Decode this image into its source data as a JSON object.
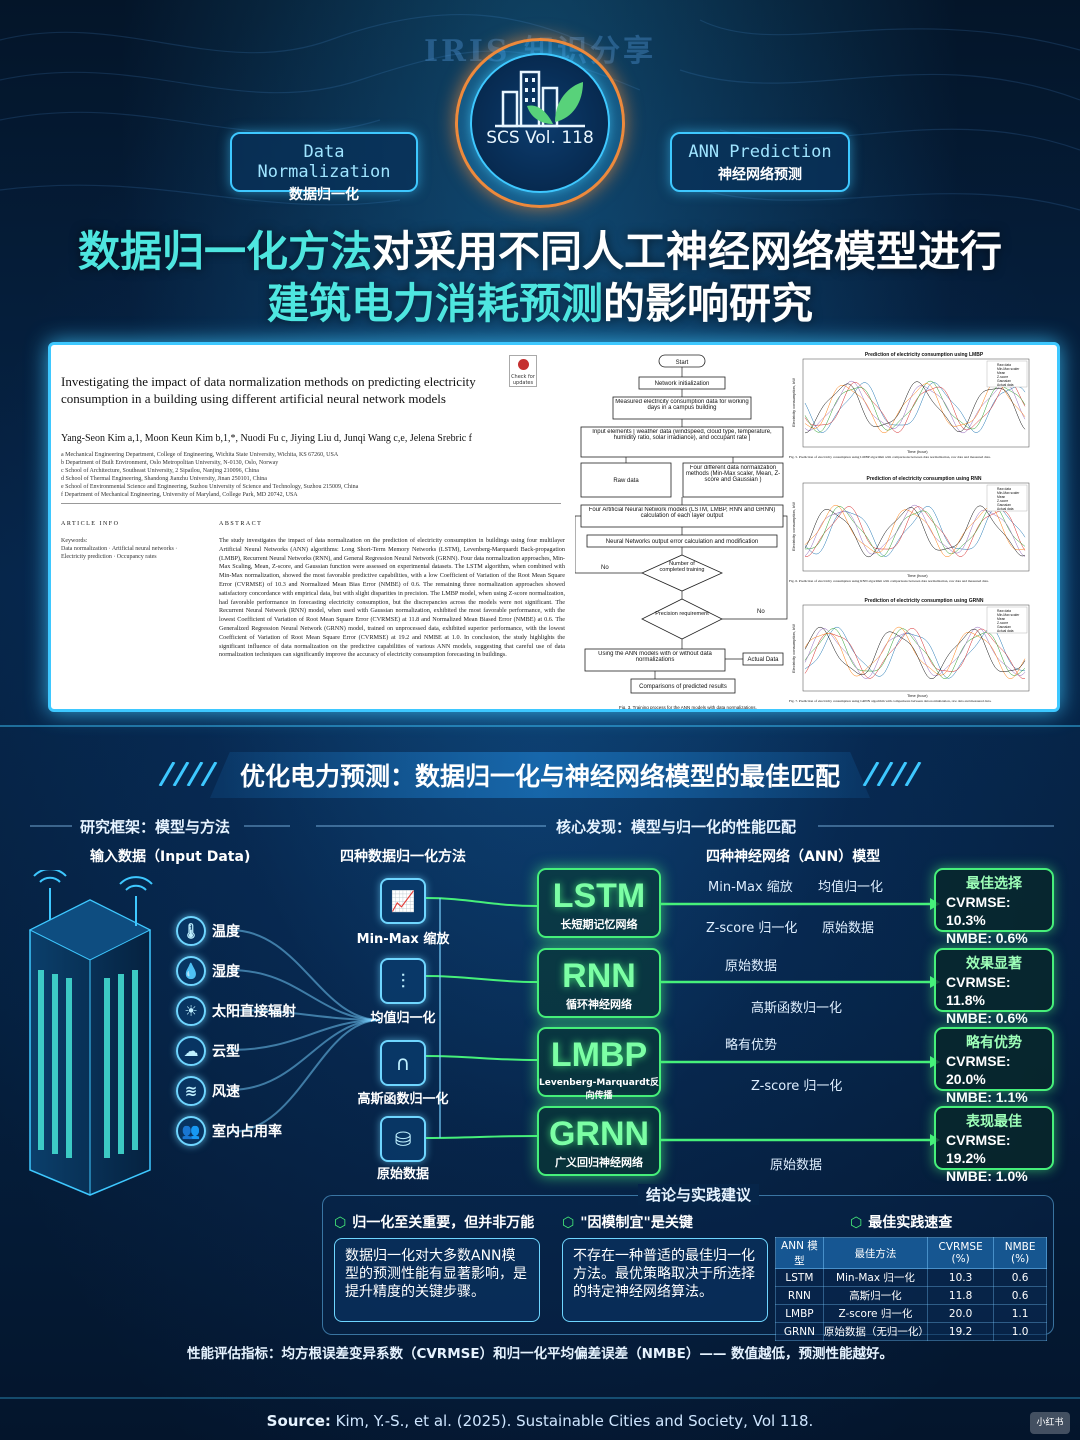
{
  "brand": "IRIS 知识分享",
  "badge": {
    "vol": "SCS Vol. 118"
  },
  "top_left": {
    "en": "Data Normalization",
    "zh": "数据归一化"
  },
  "top_right": {
    "en": "ANN Prediction",
    "zh": "神经网络预测"
  },
  "title": {
    "line1_hl": "数据归一化方法",
    "line1_rest": "对采用不同人工神经网络模型进行",
    "line2_hl": "建筑电力消耗预测",
    "line2_rest": "的影响研究"
  },
  "paper": {
    "title": "Investigating the impact of data normalization methods on predicting electricity consumption in a building using different artificial neural network models",
    "authors": "Yang-Seon Kim a,1, Moon Keun Kim b,1,*, Nuodi Fu c, Jiying Liu d, Junqi Wang c,e, Jelena Srebric f",
    "affiliations": [
      "a Mechanical Engineering Department, College of Engineering, Wichita State University, Wichita, KS 67260, USA",
      "b Department of Built Environment, Oslo Metropolitan University, N-0130, Oslo, Norway",
      "c School of Architecture, Southeast University, 2 Sipailou, Nanjing 210096, China",
      "d School of Thermal Engineering, Shandong Jianzhu University, Jinan 250101, China",
      "e School of Environmental Science and Engineering, Suzhou University of Science and Technology, Suzhou 215009, China",
      "f Department of Mechanical Engineering, University of Maryland, College Park, MD 20742, USA"
    ],
    "check": "Check for updates",
    "info_head": "ARTICLE INFO",
    "kw_head": "Keywords:",
    "keywords": "Data normalization · Artificial neural networks · Electricity prediction · Occupancy rates",
    "abs_head": "ABSTRACT",
    "abstract": "The study investigates the impact of data normalization on the prediction of electricity consumption in buildings using four multilayer Artificial Neural Networks (ANN) algorithms: Long Short-Term Memory Networks (LSTM), Levenberg-Marquardt Back-propagation (LMBP), Recurrent Neural Networks (RNN), and General Regression Neural Network (GRNN). Four data normalization approaches, Min-Max Scaling, Mean, Z-score, and Gaussian function were assessed on experimental datasets. The LSTM algorithm, when combined with Min-Max normalization, showed the most favorable predictive capabilities, with a low Coefficient of Variation of the Root Mean Square Error (CVRMSE) of 10.3 and Normalized Mean Bias Error (NMBE) of 0.6. The remaining three normalization approaches showed satisfactory concordance with empirical data, but with slight disparities in precision. The LMBP model, when using Z-score normalization, had favorable performance in forecasting electricity consumption, but the discrepancies across the models were not significant. The Recurrent Neural Network (RNN) model, when used with Gaussian normalization, exhibited the most favorable performance, with the lowest Coefficient of Variation of Root Mean Square Error (CVRMSE) at 11.8 and Normalized Mean Biased Error (NMBE) at 0.6. The Generalized Regression Neural Network (GRNN) model, trained on unprocessed data, exhibited superior performance, with the lowest Coefficient of Variation of Root Mean Square Error (CVRMSE) at 19.2 and NMBE at 1.0. In conclusion, the study highlights the significant influence of data normalization on the predictive capabilities of various ANN models, suggesting that careful use of data normalization techniques can significantly improve the accuracy of electricity consumption forecasting in buildings.",
    "flow": {
      "start": "Start",
      "init": "Network initialization",
      "measured": "Measured electricity consumption data for working days in a campus building",
      "inputs": "Input elements [ weather data (windspeed, cloud type, temperature, humidity ratio, solar irradiance), and occupant rate ]",
      "raw": "Raw data",
      "four": "Four different data normalization methods (Min-Max scaler, Mean, Z-score and Gaussian )",
      "calc": "Four Artificial Neural Network models (LSTM, LMBP, RNN and GRNN) calculation of each layer output",
      "err": "Neural Networks output error calculation and modification",
      "num": "Number of completed training",
      "prec": "Precision requirement",
      "no1": "No",
      "no2": "No",
      "using": "Using the ANN models with or without data normalizations",
      "actual": "Actual Data",
      "compare": "Comparisons of predicted results",
      "caption": "Fig. 3. Training process for the ANN models with data normalizations."
    },
    "plots": [
      {
        "title": "Prediction of electricity consumption using LMBP",
        "caption": "Fig. 5. Prediction of electricity consumption using LMBP algorithm with comparisons between data normalization, raw data and measured data."
      },
      {
        "title": "Prediction of electricity consumption using RNN",
        "caption": "Fig. 6. Prediction of electricity consumption using RNN algorithm with comparisons between data normalization, raw data and measured data."
      },
      {
        "title": "Prediction of electricity consumption using GRNN",
        "caption": "Fig. 7. Prediction of electricity consumption using GRNN algorithm with comparisons between data normalization, raw data and measured data."
      }
    ],
    "plot_ylabel": "Electricity consumption, kW",
    "plot_xlabel": "Time (hour)",
    "plot_legend": [
      "Raw data",
      "Min-Max scaler",
      "Mean",
      "Z-score",
      "Gaussian",
      "Actual data"
    ]
  },
  "section_banner": "优化电力预测：数据归一化与神经网络模型的最佳匹配",
  "framework": {
    "head": "研究框架：模型与方法",
    "input": "输入数据（Input Data)"
  },
  "findings": {
    "head": "核心发现：模型与归一化的性能匹配",
    "norm_head": "四种数据归一化方法",
    "ann_head": "四种神经网络（ANN）模型"
  },
  "factors": [
    {
      "icon": "thermometer-icon",
      "glyph": "🌡",
      "label": "温度"
    },
    {
      "icon": "droplet-icon",
      "glyph": "💧",
      "label": "湿度"
    },
    {
      "icon": "sun-icon",
      "glyph": "☀",
      "label": "太阳直接辐射"
    },
    {
      "icon": "cloud-icon",
      "glyph": "☁",
      "label": "云型"
    },
    {
      "icon": "wind-icon",
      "glyph": "≋",
      "label": "风速"
    },
    {
      "icon": "occupancy-icon",
      "glyph": "👥",
      "label": "室内占用率"
    }
  ],
  "norms": [
    {
      "icon": "line-chart-icon",
      "glyph": "📈",
      "label": "Min-Max 缩放"
    },
    {
      "icon": "waveform-icon",
      "glyph": "⫶",
      "label": "均值归一化"
    },
    {
      "icon": "bell-curve-icon",
      "glyph": "∩",
      "label": "高斯函数归一化"
    },
    {
      "icon": "database-icon",
      "glyph": "⛁",
      "label": "原始数据"
    }
  ],
  "models": [
    {
      "name": "LSTM",
      "zh": "长短期记忆网络",
      "l1a": "Min-Max 缩放",
      "l1b": "均值归一化",
      "l2a": "Z-score 归一化",
      "l2b": "原始数据",
      "res_title": "最佳选择",
      "cvrmse": "CVRMSE: 10.3%",
      "nmbe": "NMBE: 0.6%"
    },
    {
      "name": "RNN",
      "zh": "循环神经网络",
      "l1a": "原始数据",
      "l1b": "",
      "l2a": "高斯函数归一化",
      "l2b": "",
      "res_title": "效果显著",
      "cvrmse": "CVRMSE: 11.8%",
      "nmbe": "NMBE: 0.6%"
    },
    {
      "name": "LMBP",
      "zh": "Levenberg-Marquardt反向传播",
      "l1a": "略有优势",
      "l1b": "",
      "l2a": "Z-score 归一化",
      "l2b": "",
      "res_title": "略有优势",
      "cvrmse": "CVRMSE: 20.0%",
      "nmbe": "NMBE: 1.1%"
    },
    {
      "name": "GRNN",
      "zh": "广义回归神经网络",
      "l1a": "",
      "l1b": "",
      "l2a": "原始数据",
      "l2b": "",
      "res_title": "表现最佳",
      "cvrmse": "CVRMSE: 19.2%",
      "nmbe": "NMBE: 1.0%"
    }
  ],
  "conclusion": {
    "head": "结论与实践建议",
    "h1": "归一化至关重要，但并非万能",
    "t1": "数据归一化对大多数ANN模型的预测性能有显著影响，是提升精度的关键步骤。",
    "h2": "\"因模制宜\"是关键",
    "t2": "不存在一种普适的最佳归一化方法。最优策略取决于所选择的特定神经网络算法。",
    "h3": "最佳实践速查"
  },
  "table": {
    "headers": [
      "ANN 模型",
      "最佳方法",
      "CVRMSE (%)",
      "NMBE (%)"
    ],
    "rows": [
      [
        "LSTM",
        "Min-Max 归一化",
        "10.3",
        "0.6"
      ],
      [
        "RNN",
        "高斯归一化",
        "11.8",
        "0.6"
      ],
      [
        "LMBP",
        "Z-score 归一化",
        "20.0",
        "1.1"
      ],
      [
        "GRNN",
        "原始数据（无归一化）",
        "19.2",
        "1.0"
      ]
    ]
  },
  "metric_note": "性能评估指标：均方根误差变异系数（CVRMSE）和归一化平均偏差误差（NMBE）—— 数值越低，预测性能越好。",
  "source": {
    "label": "Source:",
    "text": " Kim, Y.-S., et al. (2025). Sustainable Cities and Society, Vol 118."
  },
  "watermark": "小红书"
}
